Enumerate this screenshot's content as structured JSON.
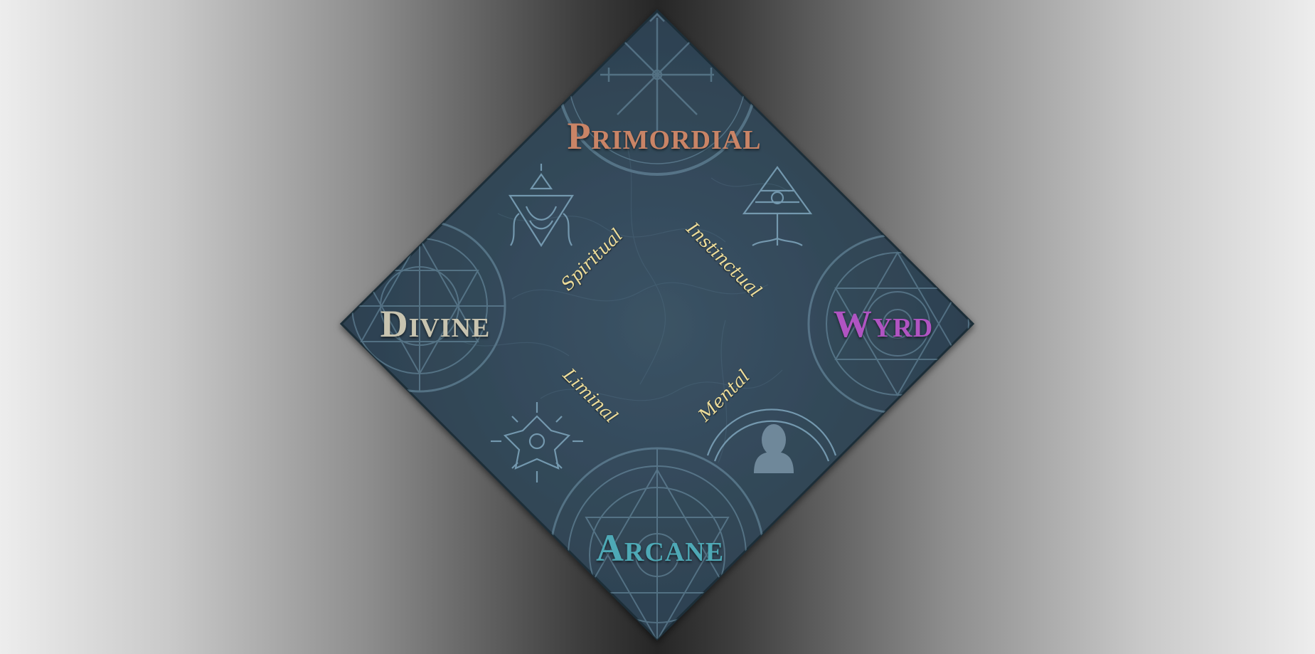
{
  "magic_types": {
    "top": {
      "label": "Primordial",
      "color": "#c98466"
    },
    "left": {
      "label": "Divine",
      "color": "#c8c4b0"
    },
    "right": {
      "label": "Wyrd",
      "color": "#b054c2"
    },
    "bottom": {
      "label": "Arcane",
      "color": "#4ea9b6"
    }
  },
  "axes": {
    "spiritual": "Spiritual",
    "instinctual": "Instinctual",
    "liminal": "Liminal",
    "mental": "Mental"
  },
  "colors": {
    "diamond_fill": "#344a5b",
    "sigil": "#7fa6bd",
    "axis_text": "#ecdc9a"
  },
  "icons": [
    "vegvisir-sigil",
    "magic-circle-sigil",
    "knot-shield-sigil",
    "world-tree-icon",
    "star-crystal-sigil",
    "human-head-icon"
  ]
}
